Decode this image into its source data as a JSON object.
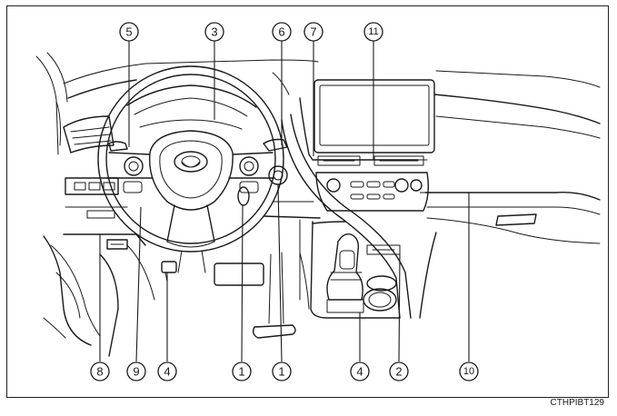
{
  "figure_code": "CTHPIBT129",
  "callouts": {
    "c1": "5",
    "c2": "3",
    "c3": "6",
    "c4": "7",
    "c5": "11",
    "c6": "8",
    "c7": "9",
    "c8": "4",
    "c9": "1",
    "c10": "1",
    "c11": "4",
    "c12": "2",
    "c13": "10"
  }
}
